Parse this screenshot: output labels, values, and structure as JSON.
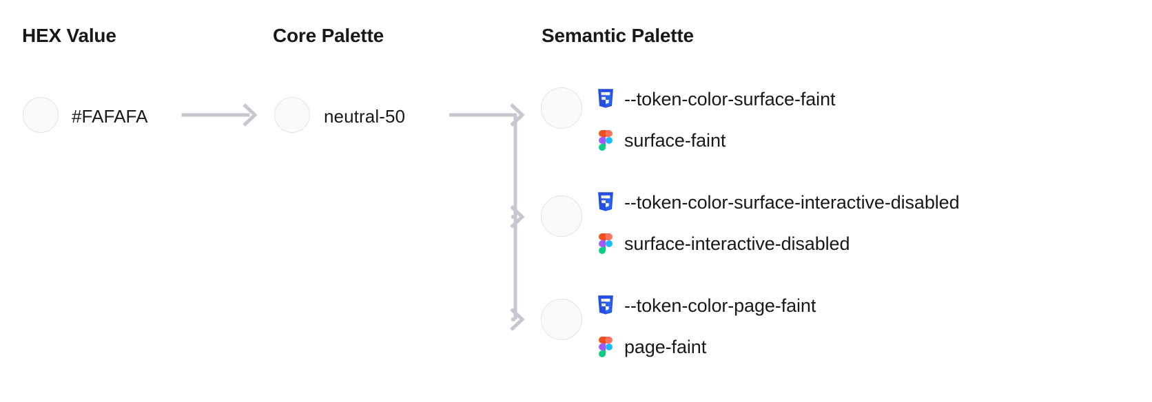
{
  "columns": {
    "hex": {
      "title": "HEX Value"
    },
    "core": {
      "title": "Core Palette"
    },
    "semantic": {
      "title": "Semantic Palette"
    }
  },
  "swatch_color": "#FAFAFA",
  "swatch_border": "#E4E4E7",
  "connector_color": "#C6C8CF",
  "hex": {
    "value": "#FAFAFA"
  },
  "core": {
    "value": "neutral-50"
  },
  "semantic": {
    "tokens": [
      {
        "css_icon": "css3-icon",
        "css_name": "--token-color-surface-faint",
        "figma_icon": "figma-icon",
        "figma_name": "surface-faint"
      },
      {
        "css_icon": "css3-icon",
        "css_name": "--token-color-surface-interactive-disabled",
        "figma_icon": "figma-icon",
        "figma_name": "surface-interactive-disabled"
      },
      {
        "css_icon": "css3-icon",
        "css_name": "--token-color-page-faint",
        "figma_icon": "figma-icon",
        "figma_name": "page-faint"
      }
    ]
  },
  "icon_colors": {
    "css3_blue": "#264DE4",
    "css3_blue_dark": "#2965F1",
    "figma_orange": "#F24E1E",
    "figma_red": "#FF7262",
    "figma_purple": "#A259FF",
    "figma_blue": "#1ABCFE",
    "figma_green": "#0ACF83"
  }
}
